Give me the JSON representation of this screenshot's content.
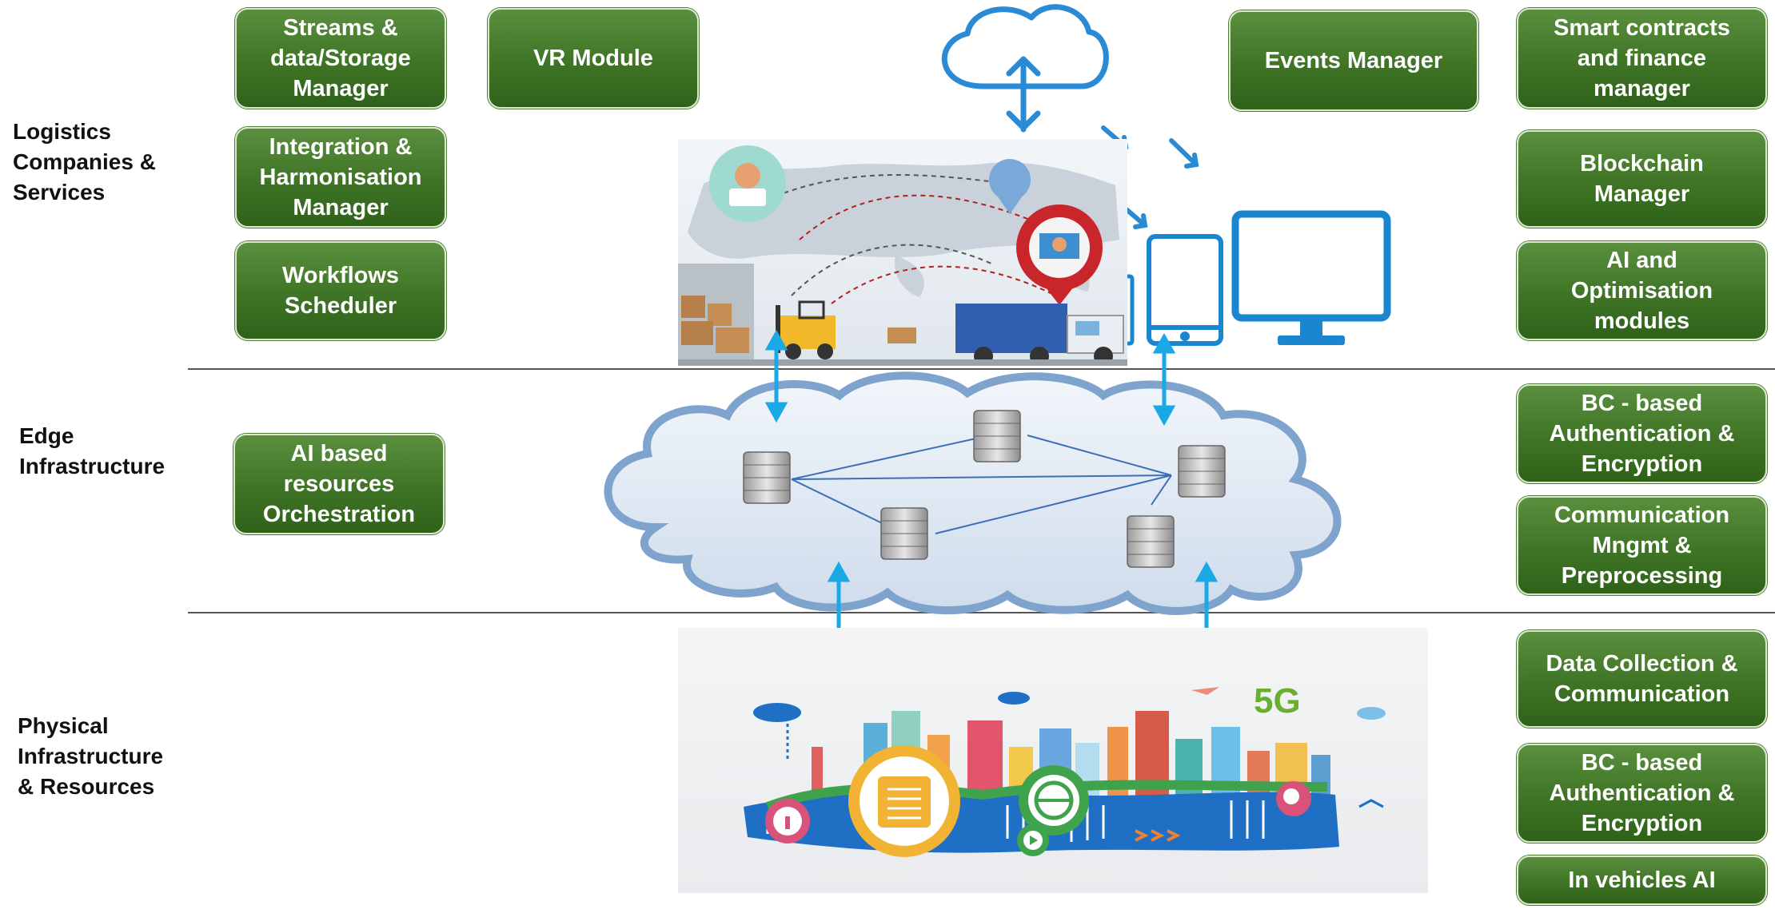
{
  "layers": {
    "logistics": "Logistics\nCompanies &\nServices",
    "edge": "Edge\nInfrastructure",
    "physical": "Physical\nInfrastructure\n& Resources"
  },
  "modules": {
    "streams_storage": "Streams &\ndata/Storage\nManager",
    "vr_module": "VR Module",
    "integration": "Integration &\nHarmonisation\nManager",
    "workflows": "Workflows\nScheduler",
    "events_manager": "Events Manager",
    "smart_contracts": "Smart contracts\nand finance\nmanager",
    "blockchain_manager": "Blockchain\nManager",
    "ai_optimisation": "AI and\nOptimisation\nmodules",
    "ai_resources": "AI based\nresources\nOrchestration",
    "bc_auth_edge": "BC - based\nAuthentication &\nEncryption",
    "communication_mngmt": "Communication\nMngmt &\nPreprocessing",
    "data_collection": "Data Collection &\nCommunication",
    "bc_auth_physical": "BC - based\nAuthentication &\nEncryption",
    "in_vehicles_ai": "In vehicles AI"
  },
  "illustration": {
    "network_label": "5G"
  },
  "colors": {
    "module_green": "#3f7426",
    "arrow_blue": "#1ba9e6",
    "device_blue": "#1a86cf",
    "cloud_fill": "#dfe9f5",
    "cloud_stroke": "#7ea3cc"
  }
}
